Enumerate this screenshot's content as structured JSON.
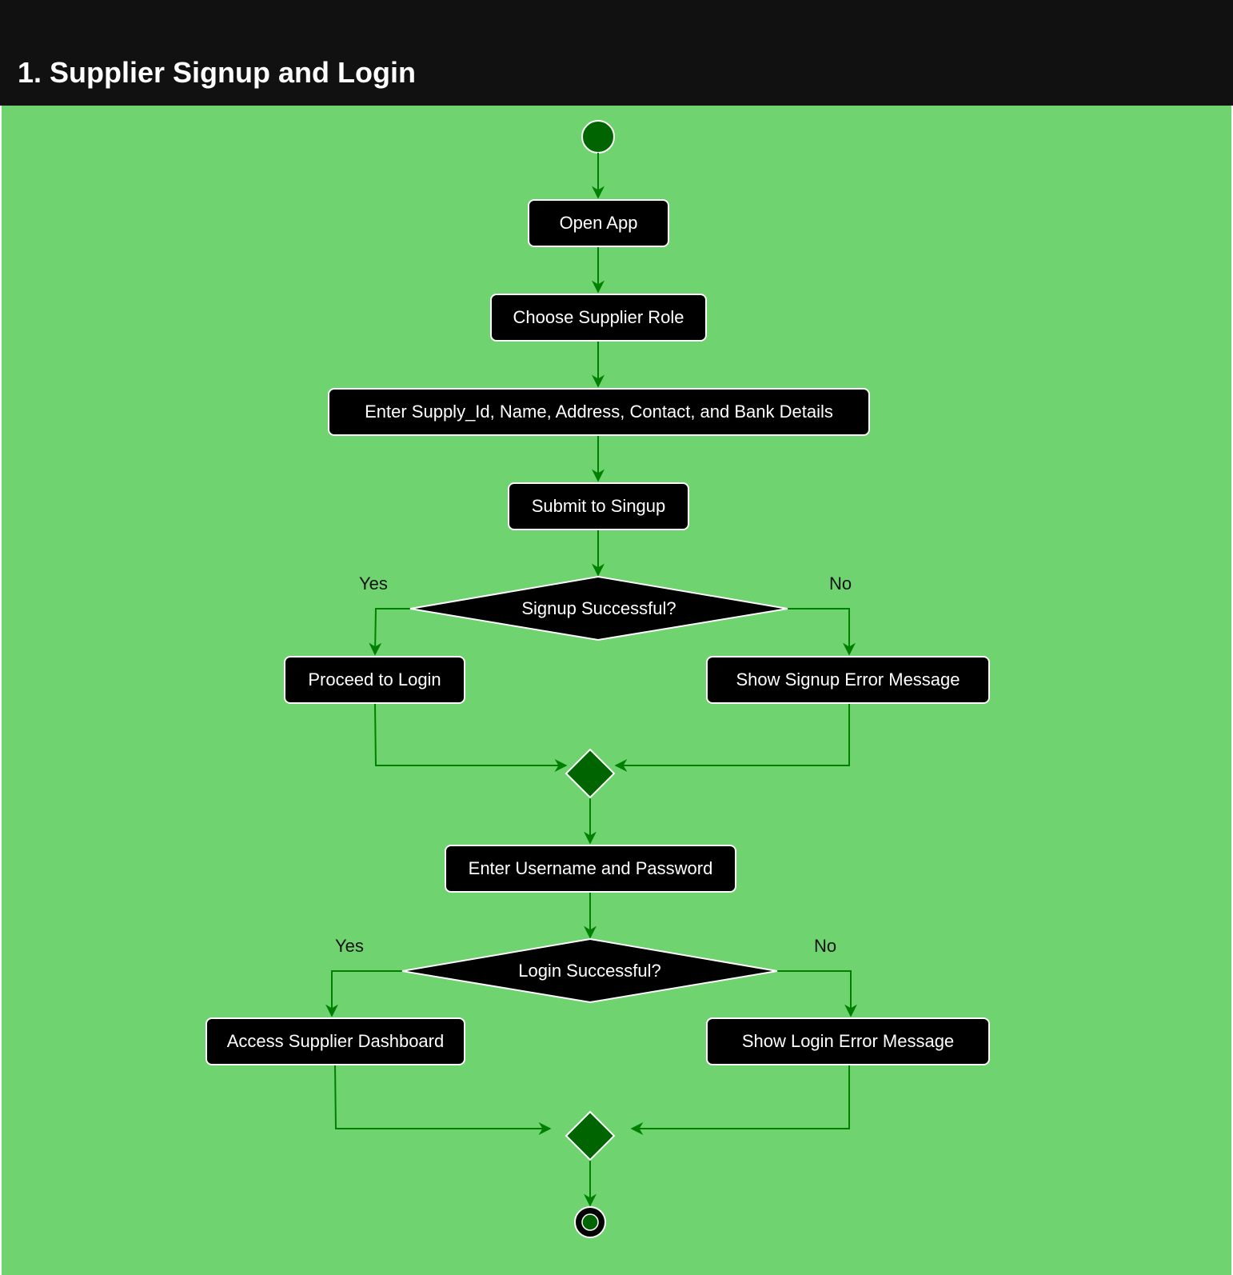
{
  "header": {
    "title": "1. Supplier Signup and Login"
  },
  "colors": {
    "canvas": "#6fd36f",
    "edge": "#008000",
    "merge": "#006400",
    "node": "#000000",
    "node_text": "#ffffff"
  },
  "nodes": {
    "open_app": "Open App",
    "choose_role": "Choose Supplier Role",
    "enter_details": "Enter Supply_Id, Name, Address, Contact, and Bank Details",
    "submit_signup": "Submit to Singup",
    "proceed_login": "Proceed to Login",
    "signup_error": "Show Signup Error Message",
    "enter_credentials": "Enter Username and Password",
    "access_dashboard": "Access Supplier Dashboard",
    "login_error": "Show Login Error Message"
  },
  "decisions": {
    "signup": {
      "text": "Signup Successful?",
      "yes": "Yes",
      "no": "No"
    },
    "login": {
      "text": "Login Successful?",
      "yes": "Yes",
      "no": "No"
    }
  }
}
